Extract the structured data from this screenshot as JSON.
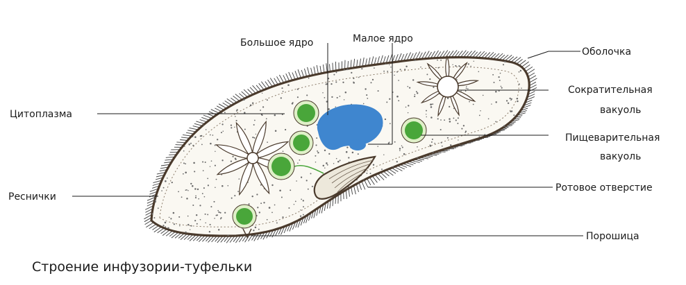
{
  "labels": {
    "macronucleus": "Большое ядро",
    "micronucleus": "Малое ядро",
    "membrane": "Оболочка",
    "cytoplasm": "Цитоплазма",
    "contractile_line1": "Сократительная",
    "contractile_line2": "вакуоль",
    "digestive_line1": "Пищеварительная",
    "digestive_line2": "вакуоль",
    "cilia": "Реснички",
    "mouth": "Ротовое отверстие",
    "anal_pore": "Порошица"
  },
  "caption": "Строение инфузории-туфельки",
  "colors": {
    "outline": "#4a3a2c",
    "cell_fill": "#faf8f2",
    "nucleus": "#3f86cf",
    "food_vacuole": "#49a63a",
    "food_vacuole_rim": "#dff0c8",
    "dots": "#6b6b6b"
  }
}
